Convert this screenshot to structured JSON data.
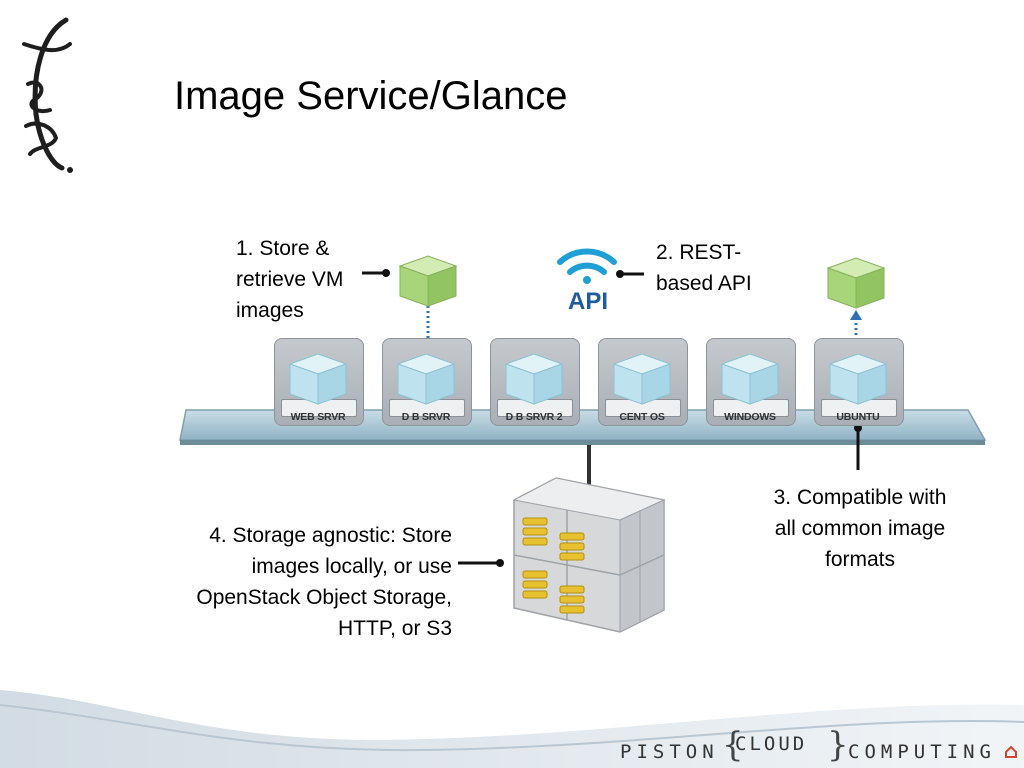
{
  "slide": {
    "title": "Image Service/Glance"
  },
  "callouts": {
    "store": [
      "1. Store &",
      "retrieve VM",
      "images"
    ],
    "api": [
      "2. REST-",
      "based API"
    ],
    "formats": [
      "3. Compatible with",
      "all common image",
      "formats"
    ],
    "storage": [
      "4. Storage agnostic: Store",
      "images locally, or use",
      "OpenStack Object Storage,",
      "HTTP, or S3"
    ]
  },
  "api_badge": {
    "label": "API"
  },
  "servers": [
    {
      "label": "WEB SRVR"
    },
    {
      "label": "D B SRVR"
    },
    {
      "label": "D B SRVR 2"
    },
    {
      "label": "CENT OS"
    },
    {
      "label": "WINDOWS"
    },
    {
      "label": "UBUNTU"
    }
  ],
  "footer": {
    "brand_left": "PISTON",
    "brand_middle": "CLOUD",
    "brand_right": "COMPUTING"
  },
  "colors": {
    "cube_green": "#a9d57a",
    "cube_blue": "#bfe3ee",
    "api_blue": "#1f5c9e",
    "arrow_blue": "#2f6fb4",
    "rail": "#9fc0cf",
    "storage_yellow": "#e8c22e"
  }
}
